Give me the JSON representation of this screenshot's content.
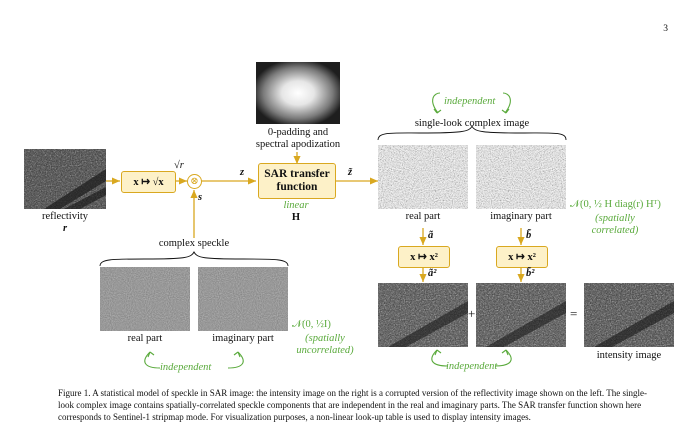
{
  "page_number": "3",
  "labels": {
    "apodization_line1": "0-padding and",
    "apodization_line2": "spectral apodization",
    "reflectivity": "reflectivity",
    "reflectivity_symbol": "r",
    "sqrt_r": "√r",
    "s_symbol": "s",
    "z_symbol": "z",
    "z_tilde_symbol": "z̃",
    "sar_box_line1": "SAR transfer",
    "sar_box_line2": "function",
    "linear": "linear",
    "H_symbol": "H",
    "sqrt_box": "x ↦ √x",
    "square_box": "x ↦ x²",
    "multiply": "⊗",
    "complex_speckle": "complex speckle",
    "real_part": "real part",
    "imaginary_part": "imaginary part",
    "independent": "independent",
    "normal_iid": "𝒩(0, ½I)",
    "spatially_uncorrelated_1": "(spatially",
    "spatially_uncorrelated_2": "uncorrelated)",
    "single_look": "single-look complex image",
    "normal_corr": "𝒩(0, ½ H diag(r) Hᵀ)",
    "spatially_correlated_1": "(spatially",
    "spatially_correlated_2": "correlated)",
    "a_tilde": "ã",
    "b_tilde": "b̃",
    "a_tilde_sq": "ã²",
    "b_tilde_sq": "b̃²",
    "plus": "+",
    "equals": "=",
    "intensity_image": "intensity image"
  },
  "caption": "Figure 1.  A statistical model of speckle in SAR image: the intensity image on the right is a corrupted version of the reflectivity image shown on the left. The single-look complex image contains spatially-correlated speckle components that are independent in the real and imaginary parts. The SAR transfer function shown here corresponds to Sentinel-1 stripmap mode. For visualization purposes, a non-linear look-up table is used to display intensity images.",
  "colors": {
    "arrow": "#d9a820",
    "box_fill": "#fdf1c8",
    "green": "#5aaa3c"
  }
}
